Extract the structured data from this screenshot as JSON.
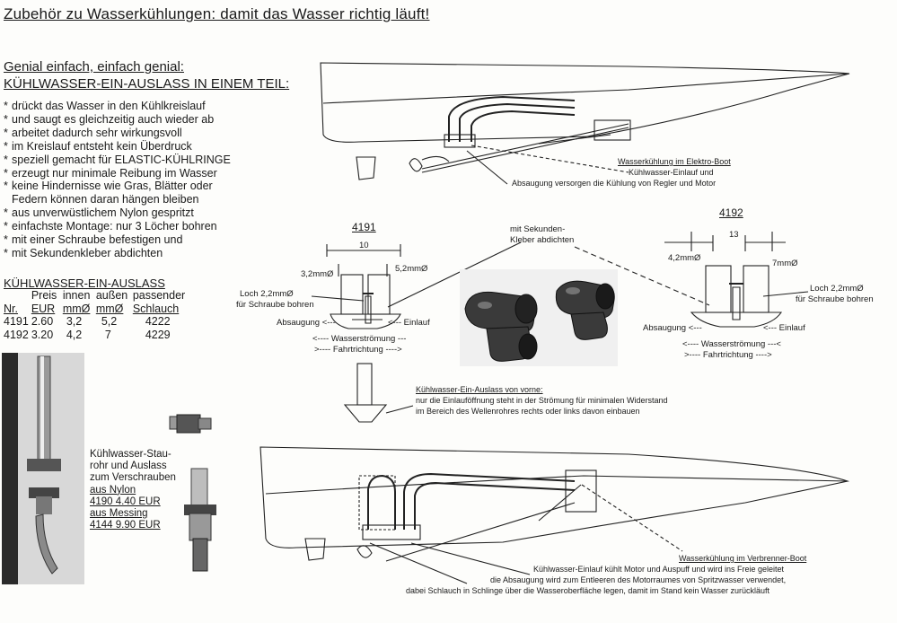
{
  "title": "Zubehör zu Wasserkühlungen: damit das Wasser richtig läuft!",
  "intro": {
    "line1": "Genial einfach, einfach genial:",
    "line2": "KÜHLWASSER-EIN-AUSLASS IN EINEM TEIL:"
  },
  "features": [
    {
      "mark": "*",
      "text": "drückt das Wasser in den Kühlkreislauf"
    },
    {
      "mark": "*",
      "text": "und saugt es gleichzeitig auch wieder ab"
    },
    {
      "mark": "*",
      "text": "arbeitet dadurch sehr wirkungsvoll"
    },
    {
      "mark": "*",
      "text": "im Kreislauf entsteht kein Überdruck"
    },
    {
      "mark": "*",
      "text": "speziell gemacht für ELASTIC-KÜHLRINGE"
    },
    {
      "mark": "*",
      "text": "erzeugt nur minimale Reibung im Wasser"
    },
    {
      "mark": "*",
      "text": "keine Hindernisse wie Gras, Blätter oder"
    },
    {
      "mark": "",
      "text": "Federn können daran hängen bleiben"
    },
    {
      "mark": "*",
      "text": "aus unverwüstlichem Nylon gespritzt"
    },
    {
      "mark": "*",
      "text": "einfachste Montage: nur 3 Löcher bohren"
    },
    {
      "mark": "*",
      "text": "mit einer Schraube befestigen und"
    },
    {
      "mark": "*",
      "text": "mit Sekundenkleber abdichten"
    }
  ],
  "price_table": {
    "title": "KÜHLWASSER-EIN-AUSLASS",
    "header1": [
      "",
      "Preis",
      "innen",
      "außen",
      "passender"
    ],
    "header2": [
      "Nr.",
      "EUR",
      "mmØ",
      "mmØ",
      "Schlauch"
    ],
    "rows": [
      [
        "4191",
        "2.60",
        "3,2",
        "5,2",
        "4222"
      ],
      [
        "4192",
        "3.20",
        "4,2",
        "7",
        "4229"
      ]
    ]
  },
  "stau_rohr": {
    "lines": [
      "Kühlwasser-Stau-",
      "rohr und Auslass",
      "zum Verschrauben"
    ],
    "nylon_label": "aus Nylon",
    "nylon_item": "4190  4.40 EUR",
    "messing_label": "aus Messing",
    "messing_item": "4144  9.90 EUR"
  },
  "top_boat": {
    "caption_title": "Wasserkühlung im Elektro-Boot",
    "caption_line1": "Kühlwasser-Einlauf und",
    "caption_line2": "Absaugung versorgen die Kühlung von Regler und Motor"
  },
  "part_4191": {
    "number": "4191",
    "width": "10",
    "inner": "3,2mmØ",
    "outer": "5,2mmØ",
    "hole": [
      "Loch 2,2mmØ",
      "für Schraube bohren"
    ],
    "suction": "Absaugung <---",
    "inlet": "<--- Einlauf",
    "flow": "<---- Wasserströmung ---",
    "direction": ">---- Fahrtrichtung ---->"
  },
  "glue_note": [
    "mit Sekunden-",
    "Kleber abdichten"
  ],
  "part_4192": {
    "number": "4192",
    "width": "13",
    "inner": "4,2mmØ",
    "outer": "7mmØ",
    "hole": [
      "Loch 2,2mmØ",
      "für Schraube bohren"
    ],
    "suction": "Absaugung <---",
    "inlet": "<--- Einlauf",
    "flow": "<---- Wasserströmung ---<",
    "direction": ">---- Fahrtrichtung ---->"
  },
  "front_view": {
    "title": "Kühlwasser-Ein-Auslass von vorne:",
    "line1": "nur die Einlauföffnung steht in der Strömung für minimalen Widerstand",
    "line2": "im Bereich des Wellenrohres  rechts oder links davon einbauen"
  },
  "bottom_boat": {
    "caption_title": "Wasserkühlung im Verbrenner-Boot",
    "line1": "Kühlwasser-Einlauf kühlt Motor und Auspuff und wird ins Freie geleitet",
    "line2": "die Absaugung wird zum Entleeren des Motorraumes von Spritzwasser verwendet,",
    "line3": "dabei Schlauch in Schlinge über die Wasseroberfläche legen, damit im Stand kein Wasser zurückläuft"
  }
}
